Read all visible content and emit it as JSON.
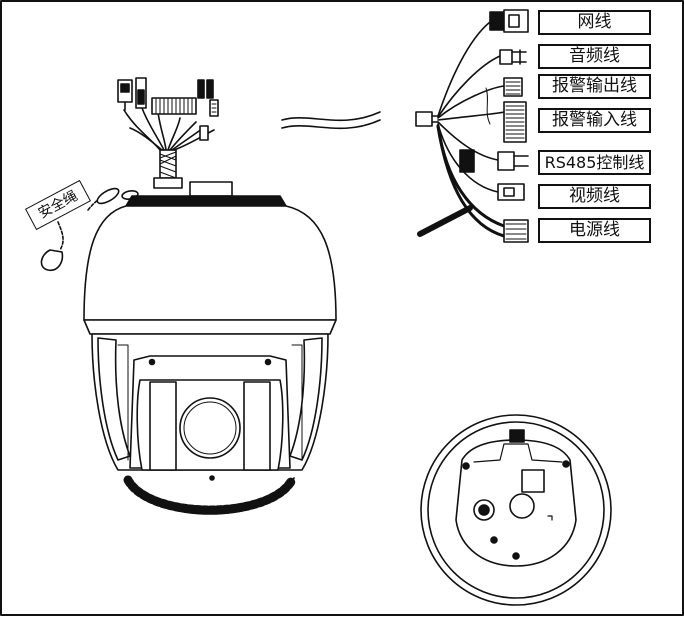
{
  "labels": {
    "network": "网线",
    "audio": "音频线",
    "alarm_out": "报警输出线",
    "alarm_in": "报警输入线",
    "rs485": "RS485控制线",
    "video": "视频线",
    "power": "电源线"
  },
  "safety_rope": "安全绳"
}
